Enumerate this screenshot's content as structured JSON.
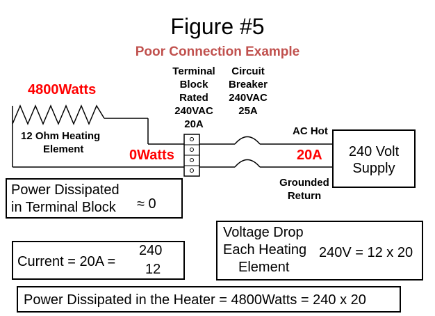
{
  "title": "Figure #5",
  "subtitle": "Poor Connection Example",
  "heater": {
    "power": "4800Watts",
    "label_line1": "12 Ohm  Heating",
    "label_line2": "Element"
  },
  "terminal_block": {
    "lines": [
      "Terminal",
      "Block",
      "Rated",
      "240VAC",
      "20A"
    ],
    "power": "0Watts"
  },
  "breaker": {
    "lines": [
      "Circuit",
      "Breaker",
      "240VAC",
      "25A"
    ]
  },
  "current_label": "20A",
  "ac_hot": "AC Hot",
  "grounded_return": [
    "Grounded",
    "Return"
  ],
  "supply": [
    "240 Volt",
    "Supply"
  ],
  "box_terminal_power": {
    "line1": "Power Dissipated",
    "line2": "in Terminal Block",
    "value": "≈ 0"
  },
  "box_current": {
    "lhs": "Current = 20A =",
    "numerator": "240",
    "denominator": "12"
  },
  "box_voltage_drop": {
    "line1": "Voltage Drop",
    "line2": "Each Heating",
    "line3": "Element",
    "equation": "240V = 12 x 20"
  },
  "box_heater_power": {
    "text": "Power Dissipated in the Heater = 4800Watts = 240 x 20"
  },
  "colors": {
    "red": "#ff0000",
    "subtitle": "#c0504d"
  }
}
